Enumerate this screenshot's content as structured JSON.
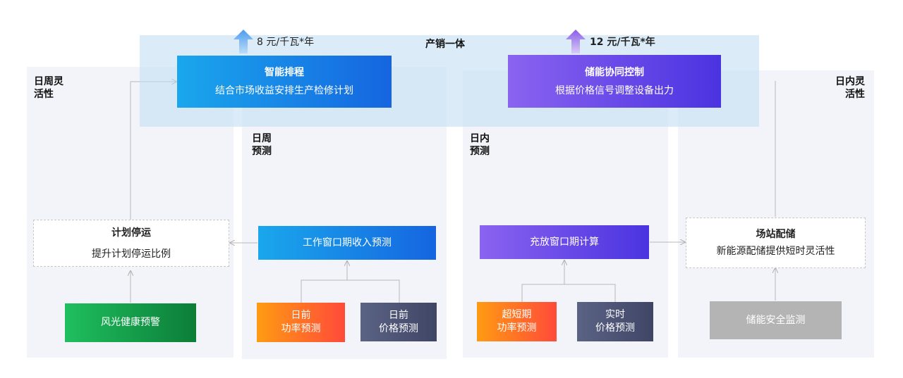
{
  "center_label": "产销一体",
  "prices": {
    "left": "8 元/千瓦*年",
    "right": "12 元/千瓦*年"
  },
  "labels": {
    "weekly_flex": "日周灵\n活性",
    "intraday_flex": "日内灵\n活性",
    "weekly_forecast": "日周\n预测",
    "intraday_forecast": "日内\n预测"
  },
  "smart_schedule": {
    "title": "智能排程",
    "desc": "结合市场收益安排生产检修计划"
  },
  "storage_control": {
    "title": "储能协同控制",
    "desc": "根据价格信号调整设备出力"
  },
  "planned_outage": {
    "title": "计划停运",
    "desc": "提升计划停运比例"
  },
  "site_storage": {
    "title": "场站配储",
    "desc": "新能源配储提供短时灵活性"
  },
  "boxes": {
    "work_window": "工作窗口期收入预测",
    "charge_window": "充放窗口期计算",
    "wind_solar": "风光健康预警",
    "storage_safety": "储能安全监测",
    "day_ahead_power": "日前\n功率预测",
    "day_ahead_price": "日前\n价格预测",
    "ultra_short_power": "超短期\n功率预测",
    "realtime_price": "实时\n价格预测"
  },
  "colors": {
    "blue_start": "#1aa7ec",
    "blue_end": "#1565e0",
    "purple_start": "#8a63f0",
    "purple_end": "#4a33e0",
    "green_start": "#1fbf5e",
    "green_end": "#0c7d38",
    "orange_start": "#ff9b12",
    "orange_end": "#ff4a3a",
    "slate_start": "#5b6385",
    "slate_end": "#3f4565",
    "gray": "#b4b4b4",
    "arrow_blue": "#5aa3ee",
    "arrow_purple": "#8f6ae6"
  }
}
